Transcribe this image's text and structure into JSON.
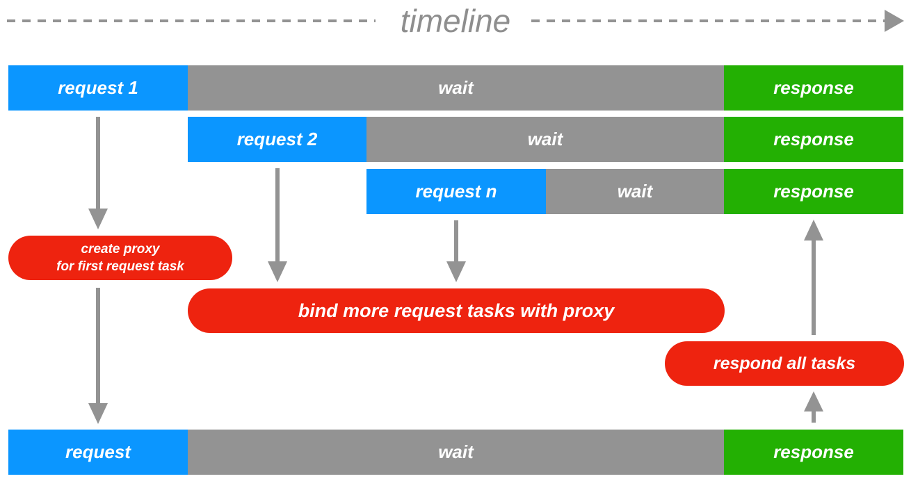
{
  "header": {
    "timeline_label": "timeline"
  },
  "rows": [
    {
      "request": "request 1",
      "wait": "wait",
      "response": "response"
    },
    {
      "request": "request 2",
      "wait": "wait",
      "response": "response"
    },
    {
      "request": "request n",
      "wait": "wait",
      "response": "response"
    },
    {
      "request": "request",
      "wait": "wait",
      "response": "response"
    }
  ],
  "steps": {
    "create_proxy": [
      "create proxy",
      "for first request task"
    ],
    "bind": "bind more request tasks with proxy",
    "respond": "respond all tasks"
  },
  "colors": {
    "request": "#0b96ff",
    "wait": "#939393",
    "response": "#23b003",
    "action": "#ee230f",
    "arrow": "#939393"
  }
}
